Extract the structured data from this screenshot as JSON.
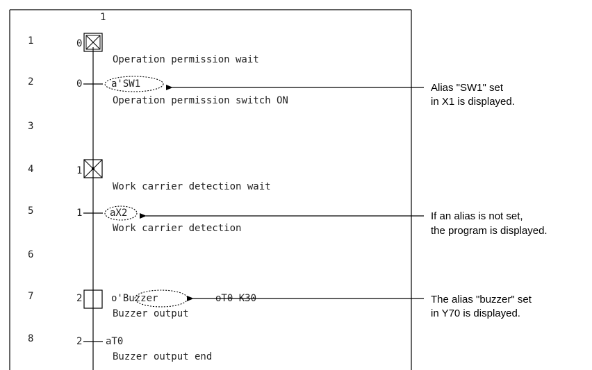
{
  "column_header": "1",
  "rows": [
    {
      "row": "1",
      "step": "0",
      "instruction": "",
      "comment": "Operation permission wait"
    },
    {
      "row": "2",
      "step": "0",
      "instruction": "a'SW1",
      "comment": "Operation permission switch ON"
    },
    {
      "row": "3"
    },
    {
      "row": "4",
      "step": "1",
      "instruction": "",
      "comment": "Work carrier detection wait"
    },
    {
      "row": "5",
      "step": "1",
      "instruction": "aX2",
      "comment": "Work carrier detection"
    },
    {
      "row": "6"
    },
    {
      "row": "7",
      "step": "2",
      "instruction": "o'Buzzer",
      "extra": "oT0 K30",
      "comment": "Buzzer output"
    },
    {
      "row": "8",
      "step": "2",
      "instruction": "aT0",
      "comment": "Buzzer output end"
    }
  ],
  "callouts": [
    {
      "lines": [
        "Alias \"SW1\" set",
        "in X1 is displayed."
      ]
    },
    {
      "lines": [
        "If an alias is not set,",
        "the program is displayed."
      ]
    },
    {
      "lines": [
        "The alias \"buzzer\" set",
        "in Y70 is displayed."
      ]
    }
  ]
}
